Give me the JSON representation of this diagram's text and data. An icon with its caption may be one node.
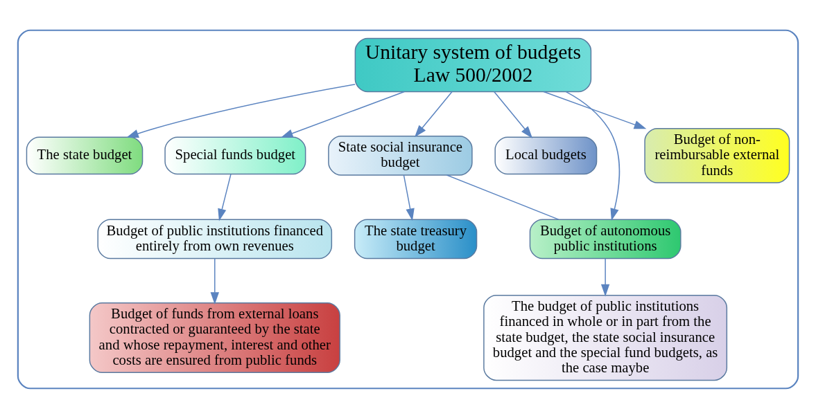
{
  "diagram": {
    "nodes": [
      {
        "text": [],
        "shape": "ellipse"
      },
      {
        "text": [
          "Unitary system of budgets Law 500/2002"
        ],
        "in": 0
      },
      {
        "text": [
          "The state budget"
        ],
        "in": 0
      },
      {
        "text": [
          "State social insurance budget"
        ],
        "in": 0
      },
      {
        "text": [
          "Special funds budget"
        ],
        "in": 0
      },
      {
        "text": [
          "Local budgets"
        ],
        "in": 0
      },
      {
        "text": [
          "The state treasury budget"
        ],
        "in": 0
      },
      {
        "text": [
          "Budget of autonomous public institutions"
        ],
        "in": 0
      },
      {
        "text": [
          "Budget of public institutions financed entirely from own revenues"
        ],
        "in": 0
      },
      {
        "text": [
          "The budget of public institutions financed in whole or in part from the state budget, the state social insurance budget and the special fund budgets, as the case maybe"
        ],
        "in": 0
      },
      {
        "text": [
          "Budget of funds from external loans contracted or guaranteed by the state and whose repayment, interest and other costs are ensured from public funds"
        ],
        "in": 0
      },
      {
        "text": [
          "Budget of non-reimbursable external funds"
        ],
        "in": 0
      }
    ],
    "edges": [
      {
        "from": 1,
        "to": 2,
        "arrow": "to"
      },
      {
        "from": 1,
        "to": 3,
        "arrow": "to"
      },
      {
        "from": 1,
        "to": 4,
        "arrow": "to"
      },
      {
        "from": 1,
        "to": 5,
        "arrow": "to"
      },
      {
        "from": 3,
        "to": 6,
        "arrow": "to"
      },
      {
        "from": 1,
        "to": 7,
        "arrow": "to"
      },
      {
        "from": 3,
        "to": 7,
        "arrow": "none"
      },
      {
        "from": 4,
        "to": 8,
        "arrow": "to"
      },
      {
        "from": 7,
        "to": 9,
        "arrow": "to"
      },
      {
        "from": 8,
        "to": 10,
        "arrow": "to"
      },
      {
        "from": 1,
        "to": 11,
        "arrow": "to"
      }
    ]
  }
}
